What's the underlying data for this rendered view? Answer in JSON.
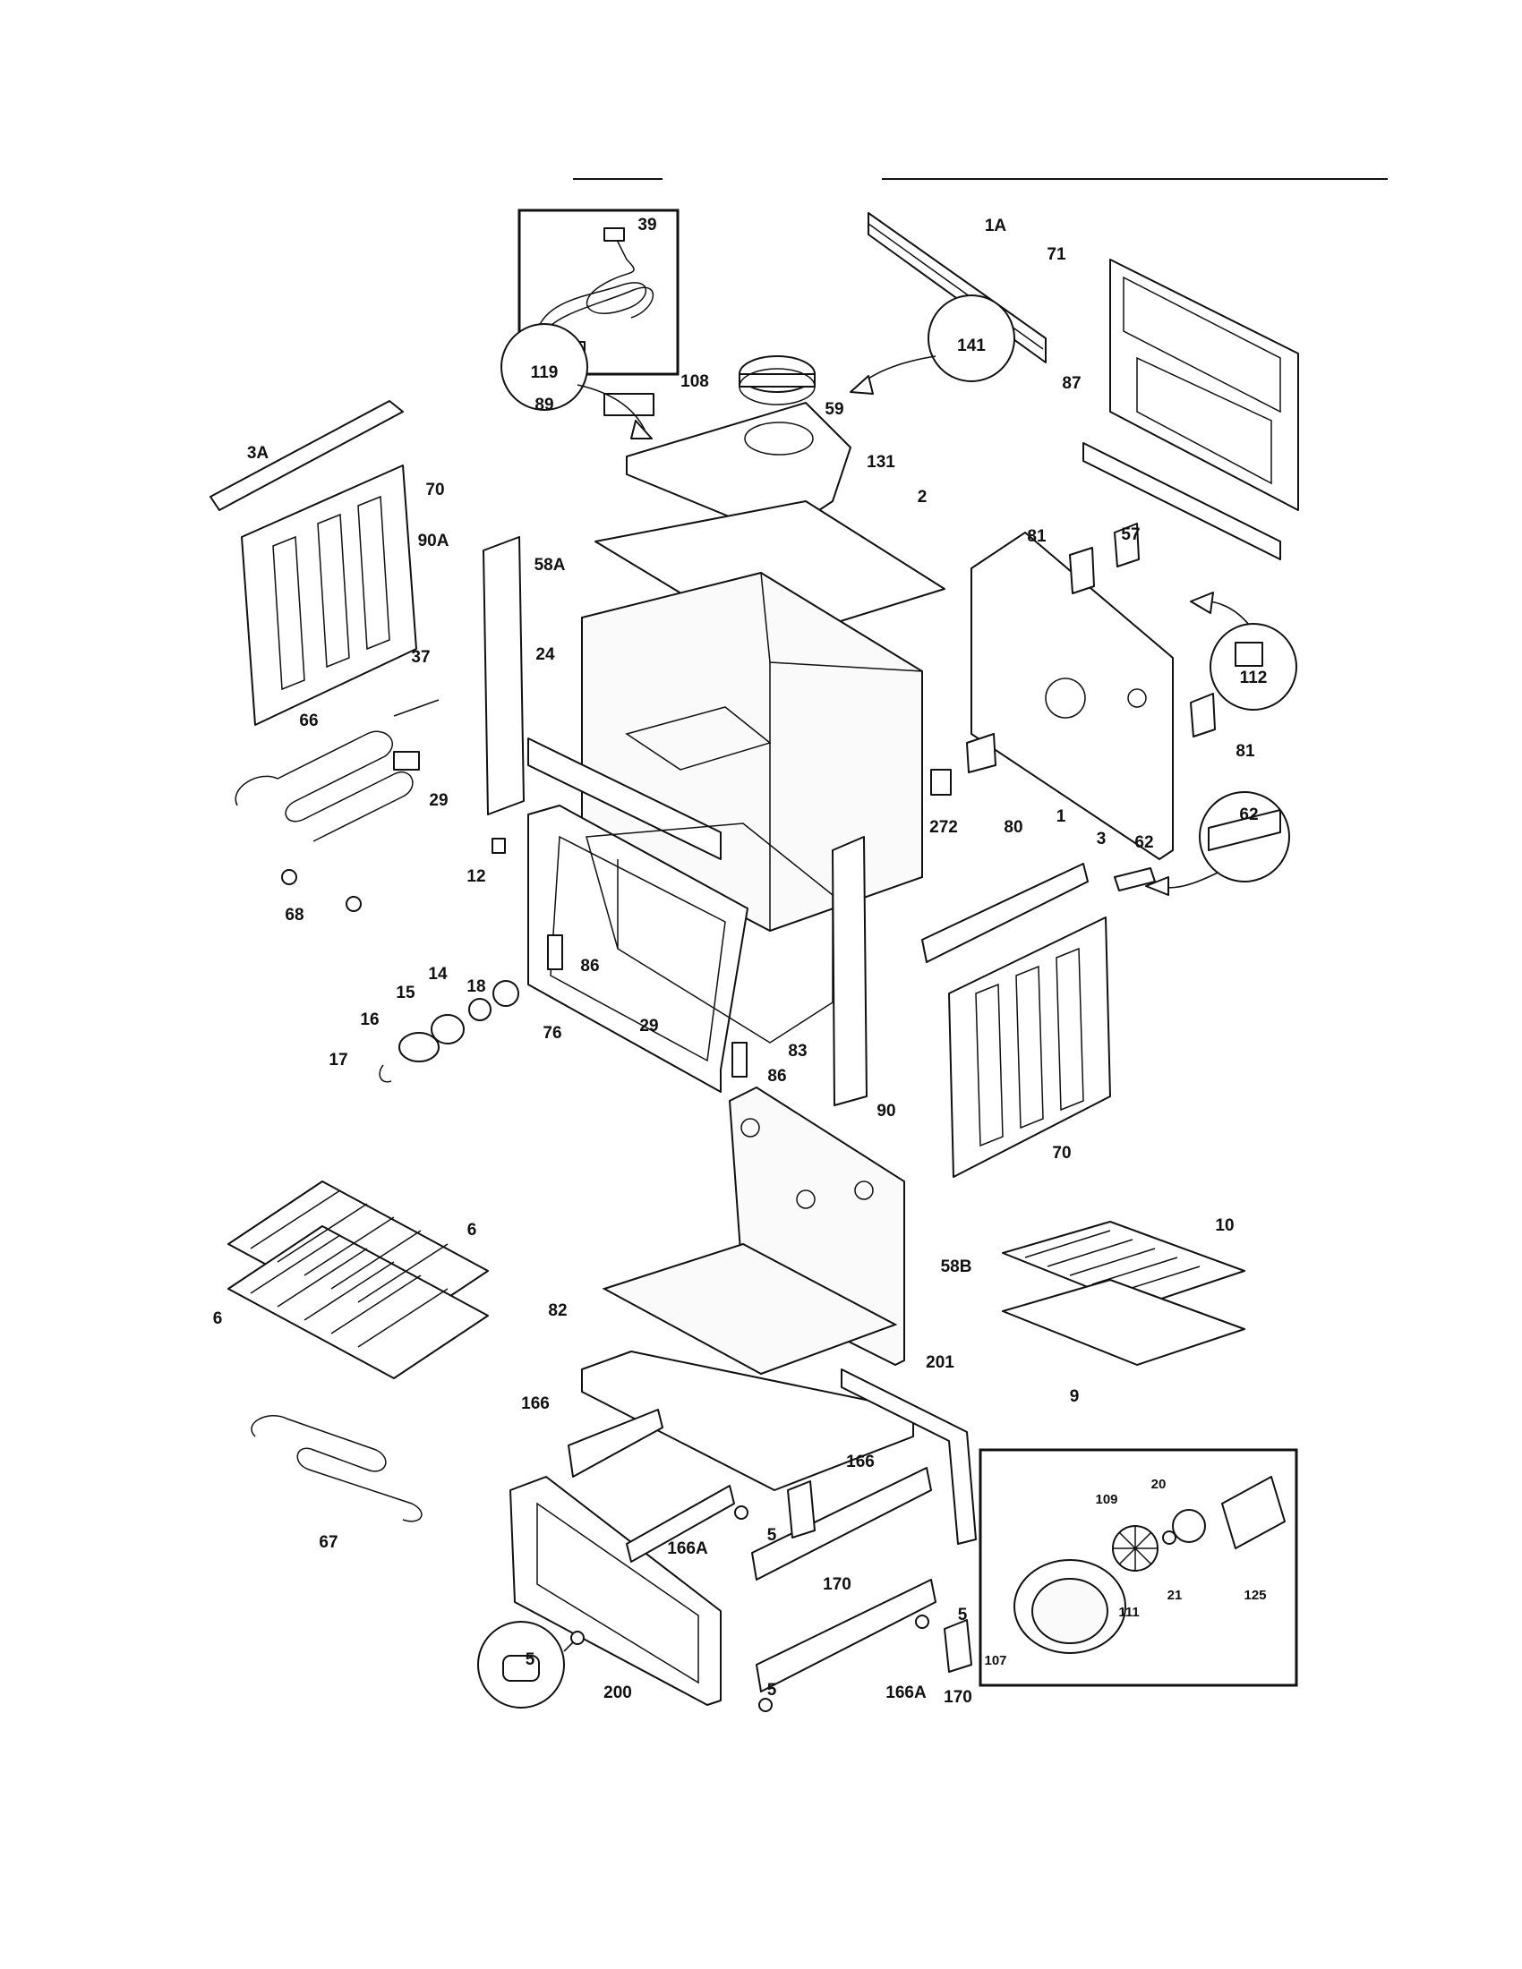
{
  "diagram": {
    "part_labels": [
      {
        "id": "39"
      },
      {
        "id": "1A"
      },
      {
        "id": "71"
      },
      {
        "id": "108"
      },
      {
        "id": "89"
      },
      {
        "id": "59"
      },
      {
        "id": "87"
      },
      {
        "id": "3A"
      },
      {
        "id": "70"
      },
      {
        "id": "119"
      },
      {
        "id": "131"
      },
      {
        "id": "141"
      },
      {
        "id": "90A"
      },
      {
        "id": "2"
      },
      {
        "id": "81"
      },
      {
        "id": "57"
      },
      {
        "id": "58A"
      },
      {
        "id": "112"
      },
      {
        "id": "37"
      },
      {
        "id": "24"
      },
      {
        "id": "66"
      },
      {
        "id": "81"
      },
      {
        "id": "29"
      },
      {
        "id": "272"
      },
      {
        "id": "80"
      },
      {
        "id": "1"
      },
      {
        "id": "62"
      },
      {
        "id": "12"
      },
      {
        "id": "3"
      },
      {
        "id": "62"
      },
      {
        "id": "68"
      },
      {
        "id": "18"
      },
      {
        "id": "14"
      },
      {
        "id": "86"
      },
      {
        "id": "15"
      },
      {
        "id": "29"
      },
      {
        "id": "16"
      },
      {
        "id": "76"
      },
      {
        "id": "83"
      },
      {
        "id": "17"
      },
      {
        "id": "86"
      },
      {
        "id": "90"
      },
      {
        "id": "70"
      },
      {
        "id": "6"
      },
      {
        "id": "10"
      },
      {
        "id": "58B"
      },
      {
        "id": "6"
      },
      {
        "id": "82"
      },
      {
        "id": "201"
      },
      {
        "id": "9"
      },
      {
        "id": "166"
      },
      {
        "id": "166"
      },
      {
        "id": "109"
      },
      {
        "id": "20"
      },
      {
        "id": "5"
      },
      {
        "id": "166A"
      },
      {
        "id": "67"
      },
      {
        "id": "170"
      },
      {
        "id": "21"
      },
      {
        "id": "125"
      },
      {
        "id": "5"
      },
      {
        "id": "111"
      },
      {
        "id": "5"
      },
      {
        "id": "107"
      },
      {
        "id": "200"
      },
      {
        "id": "166A"
      },
      {
        "id": "170"
      },
      {
        "id": "5"
      }
    ]
  }
}
